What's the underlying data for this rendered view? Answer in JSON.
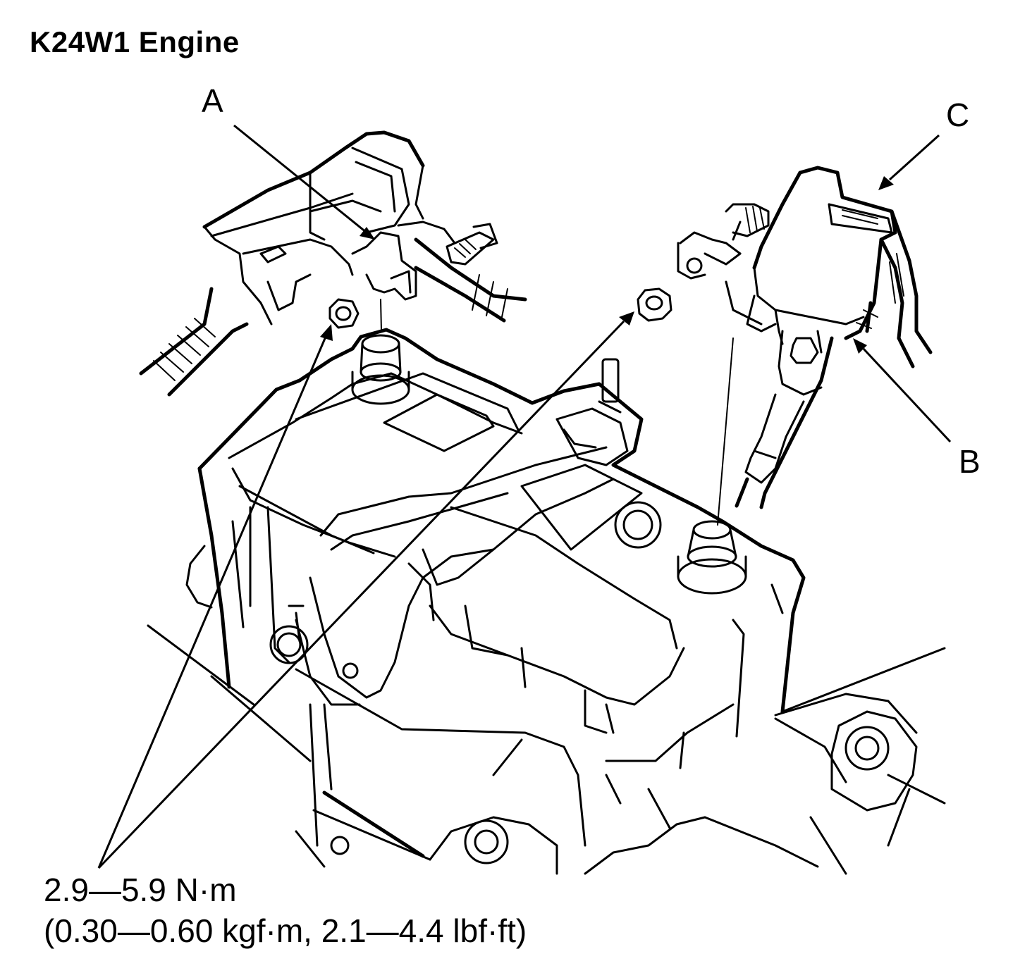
{
  "title": "K24W1 Engine",
  "callouts": {
    "a": "A",
    "b": "B",
    "c": "C"
  },
  "torque": {
    "metric": "2.9—5.9 N·m",
    "alternate": "(0.30—0.60 kgf·m, 2.1—4.4 lbf·ft)"
  }
}
